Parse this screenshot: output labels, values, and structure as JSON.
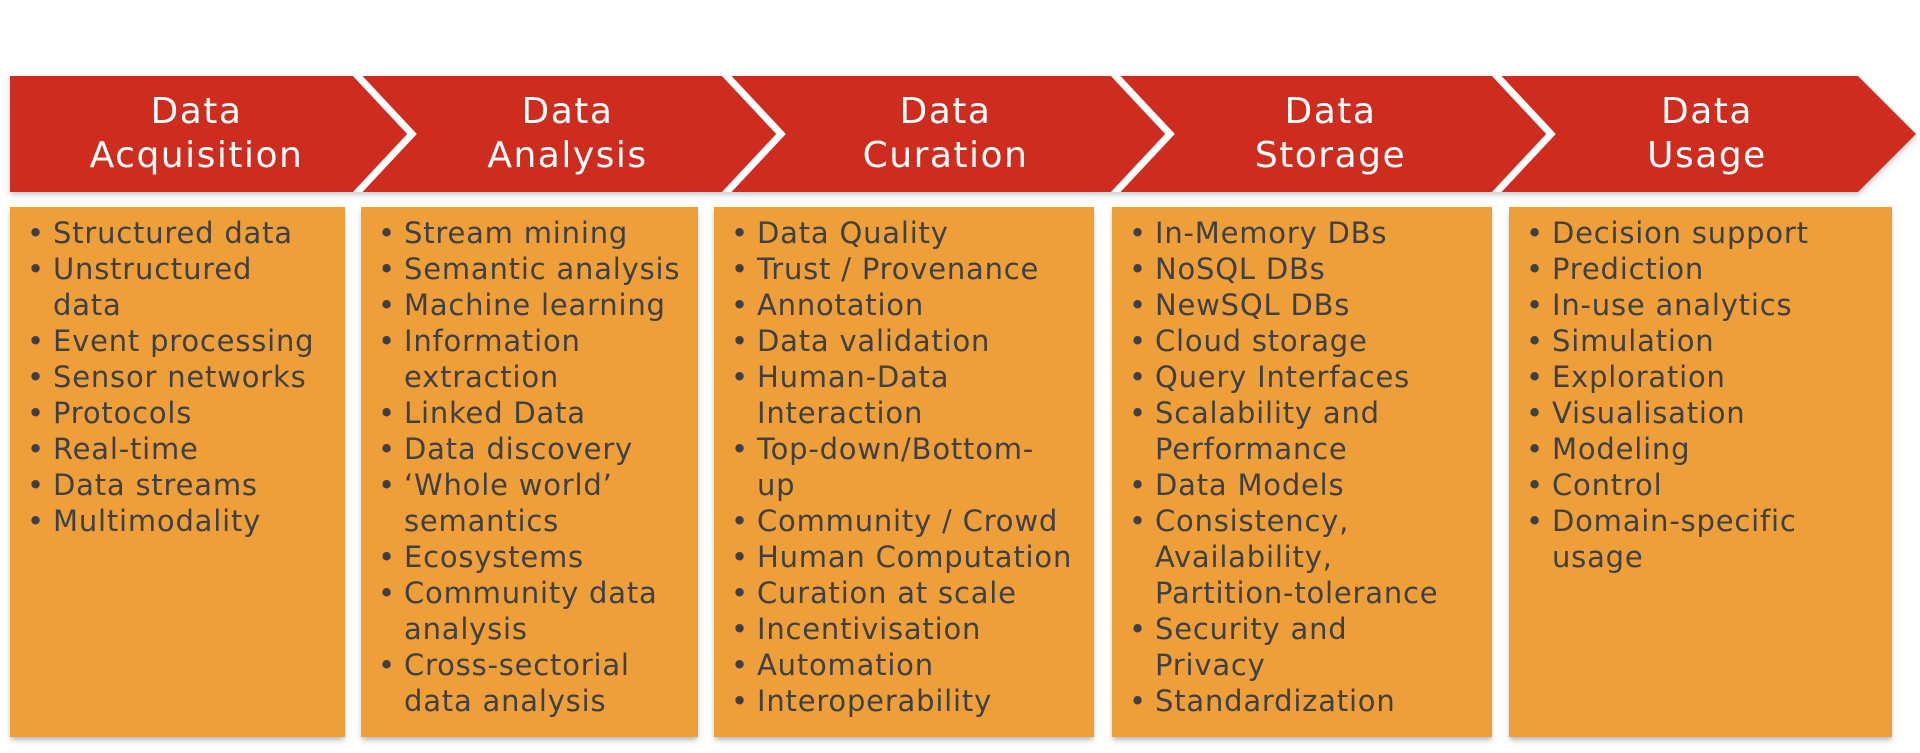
{
  "diagram": {
    "stages": [
      {
        "label": "Data\nAcquisition",
        "items": [
          "Structured data",
          "Unstructured\ndata",
          "Event processing",
          "Sensor networks",
          "Protocols",
          "Real-time",
          "Data streams",
          "Multimodality"
        ]
      },
      {
        "label": "Data\nAnalysis",
        "items": [
          "Stream mining",
          "Semantic analysis",
          "Machine learning",
          "Information\nextraction",
          "Linked Data",
          "Data discovery",
          "‘Whole world’\nsemantics",
          "Ecosystems",
          "Community data\nanalysis",
          "Cross-sectorial\ndata analysis"
        ]
      },
      {
        "label": "Data\nCuration",
        "items": [
          "Data Quality",
          "Trust / Provenance",
          "Annotation",
          "Data validation",
          "Human-Data\nInteraction",
          "Top-down/Bottom-\nup",
          "Community / Crowd",
          "Human Computation",
          "Curation at scale",
          "Incentivisation",
          "Automation",
          "Interoperability"
        ]
      },
      {
        "label": "Data\nStorage",
        "items": [
          "In-Memory DBs",
          "NoSQL DBs",
          "NewSQL DBs",
          "Cloud storage",
          "Query Interfaces",
          "Scalability and\nPerformance",
          "Data Models",
          "Consistency,\nAvailability,\nPartition-tolerance",
          "Security and\nPrivacy",
          "Standardization"
        ]
      },
      {
        "label": "Data\nUsage",
        "items": [
          "Decision support",
          "Prediction",
          "In-use analytics",
          "Simulation",
          "Exploration",
          "Visualisation",
          "Modeling",
          "Control",
          "Domain-specific\nusage"
        ]
      }
    ],
    "colors": {
      "arrow_red": "#CE2C1E",
      "box_orange": "#EF9F39",
      "item_text": "#3E4043",
      "header_text": "#FFFFFF"
    }
  }
}
